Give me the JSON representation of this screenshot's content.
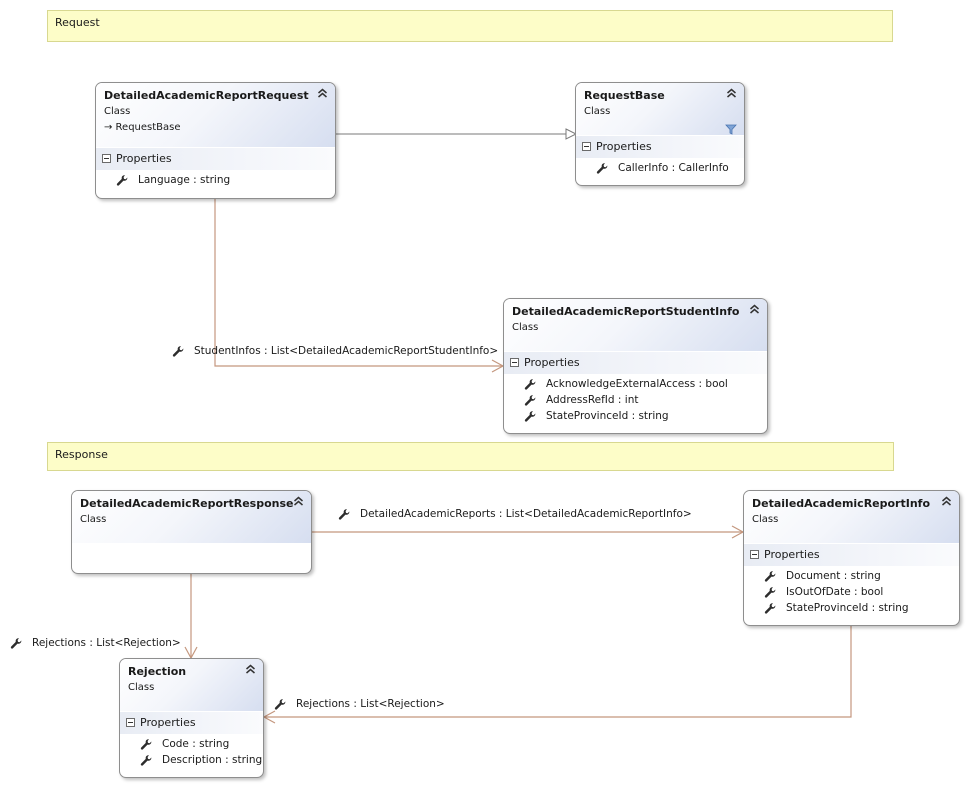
{
  "banners": {
    "request": "Request",
    "response": "Response"
  },
  "section_label": "Properties",
  "classes": {
    "request": {
      "name": "DetailedAcademicReportRequest",
      "type": "Class",
      "base": "→ RequestBase",
      "properties": [
        "Language : string"
      ]
    },
    "request_base": {
      "name": "RequestBase",
      "type": "Class",
      "properties": [
        "CallerInfo : CallerInfo"
      ]
    },
    "student_info": {
      "name": "DetailedAcademicReportStudentInfo",
      "type": "Class",
      "properties": [
        "AcknowledgeExternalAccess : bool",
        "AddressRefId : int",
        "StateProvinceId : string"
      ]
    },
    "response": {
      "name": "DetailedAcademicReportResponse",
      "type": "Class"
    },
    "report_info": {
      "name": "DetailedAcademicReportInfo",
      "type": "Class",
      "properties": [
        "Document : string",
        "IsOutOfDate : bool",
        "StateProvinceId : string"
      ]
    },
    "rejection": {
      "name": "Rejection",
      "type": "Class",
      "properties": [
        "Code : string",
        "Description : string"
      ]
    }
  },
  "associations": {
    "student_infos": "StudentInfos : List<DetailedAcademicReportStudentInfo>",
    "detailed_reports": "DetailedAcademicReports : List<DetailedAcademicReportInfo>",
    "rejections_response": "Rejections : List<Rejection>",
    "rejections_info": "Rejections : List<Rejection>"
  },
  "icons": {
    "property": "wrench-icon",
    "collapse": "double-chevron-up-icon",
    "filter": "filter-icon",
    "section_toggle": "minus-box-icon"
  },
  "colors": {
    "connector": "#c4977e",
    "inheritance": "#7a7a7a",
    "banner_bg": "#fdfdc8",
    "header_gradient_end": "#d6def0"
  }
}
